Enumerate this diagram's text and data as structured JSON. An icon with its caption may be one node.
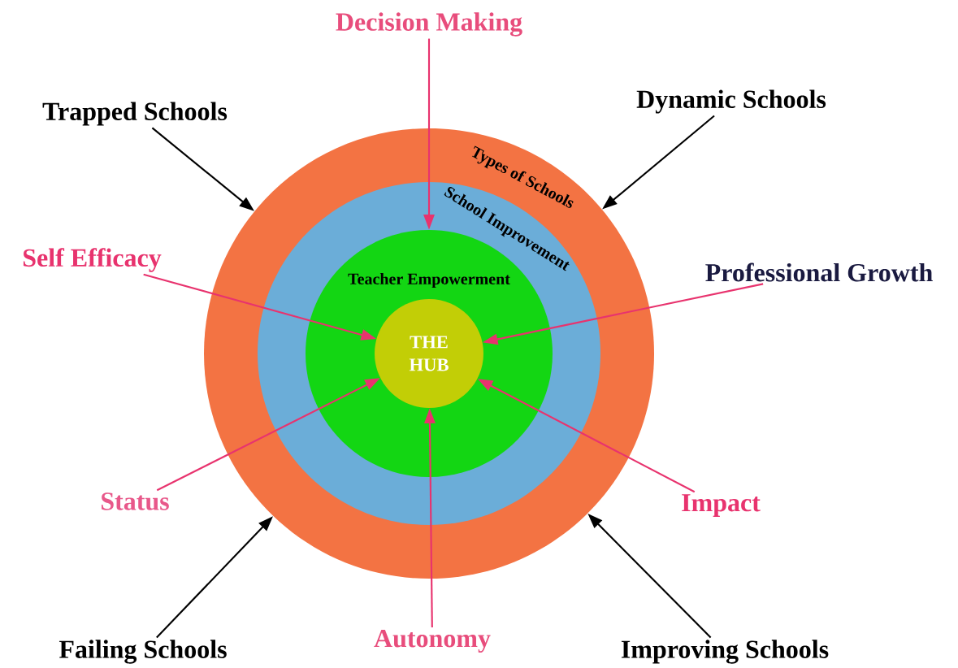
{
  "diagram": {
    "nodes": [
      {
        "text": [
          "Types of Schools"
        ]
      },
      {
        "text": [
          "School Improvement"
        ],
        "in": 0
      },
      {
        "text": [
          "Teacher Empowerment"
        ],
        "in": 1
      },
      {
        "text": [
          "THE HUB"
        ],
        "in": 2
      },
      {
        "text": [
          "Decision Making"
        ]
      },
      {
        "text": [
          "Dynamic Schools"
        ]
      },
      {
        "text": [
          "Trapped Schools"
        ]
      },
      {
        "text": [
          "Self Efficacy"
        ]
      },
      {
        "text": [
          "Professional Growth"
        ]
      },
      {
        "text": [
          "Status"
        ]
      },
      {
        "text": [
          "Impact"
        ]
      },
      {
        "text": [
          "Autonomy"
        ]
      },
      {
        "text": [
          "Failing Schools"
        ]
      },
      {
        "text": [
          "Improving Schools"
        ]
      }
    ],
    "edges": [
      {
        "from": 4,
        "to": 2,
        "arrow": "to"
      },
      {
        "from": 5,
        "to": 0,
        "arrow": "to",
        "color": "#000000"
      },
      {
        "from": 6,
        "to": 0,
        "arrow": "to",
        "color": "#000000"
      },
      {
        "from": 7,
        "to": 3,
        "arrow": "to"
      },
      {
        "from": 8,
        "to": 3,
        "arrow": "to"
      },
      {
        "from": 9,
        "to": 3,
        "arrow": "to"
      },
      {
        "from": 10,
        "to": 3,
        "arrow": "to"
      },
      {
        "from": 11,
        "to": 3,
        "arrow": "to"
      },
      {
        "from": 12,
        "to": 0,
        "arrow": "to",
        "color": "#000000"
      },
      {
        "from": 13,
        "to": 0,
        "arrow": "to",
        "color": "#000000"
      }
    ]
  }
}
